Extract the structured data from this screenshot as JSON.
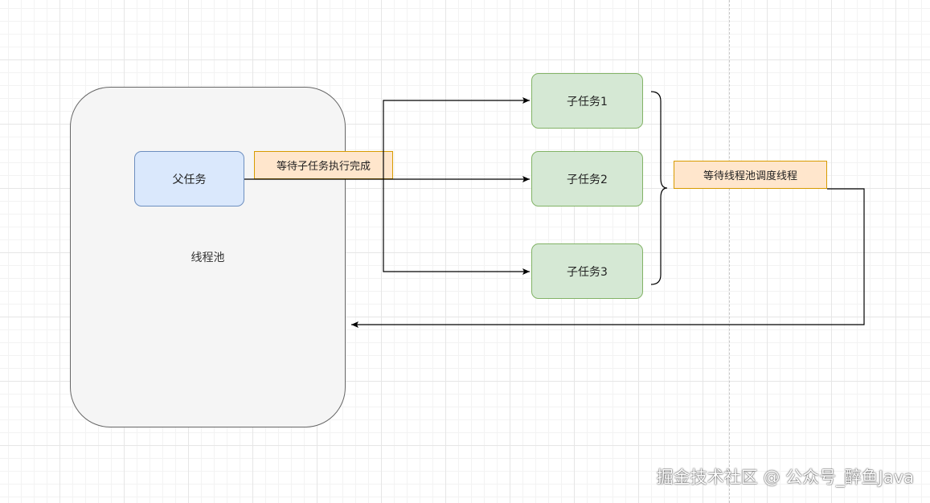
{
  "pool": {
    "label": "线程池"
  },
  "parent_task": {
    "label": "父任务"
  },
  "subtasks": [
    {
      "label": "子任务1"
    },
    {
      "label": "子任务2"
    },
    {
      "label": "子任务3"
    }
  ],
  "notes": {
    "wait_subtasks": "等待子任务执行完成",
    "wait_pool": "等待线程池调度线程"
  },
  "watermark": "掘金技术社区 @ 公众号_醉鱼Java",
  "colors": {
    "pool_fill": "#f5f5f5",
    "parent_fill": "#dae8fc",
    "subtask_fill": "#d5e8d4",
    "note_fill": "#ffe6cc",
    "note_border": "#d79b00"
  }
}
